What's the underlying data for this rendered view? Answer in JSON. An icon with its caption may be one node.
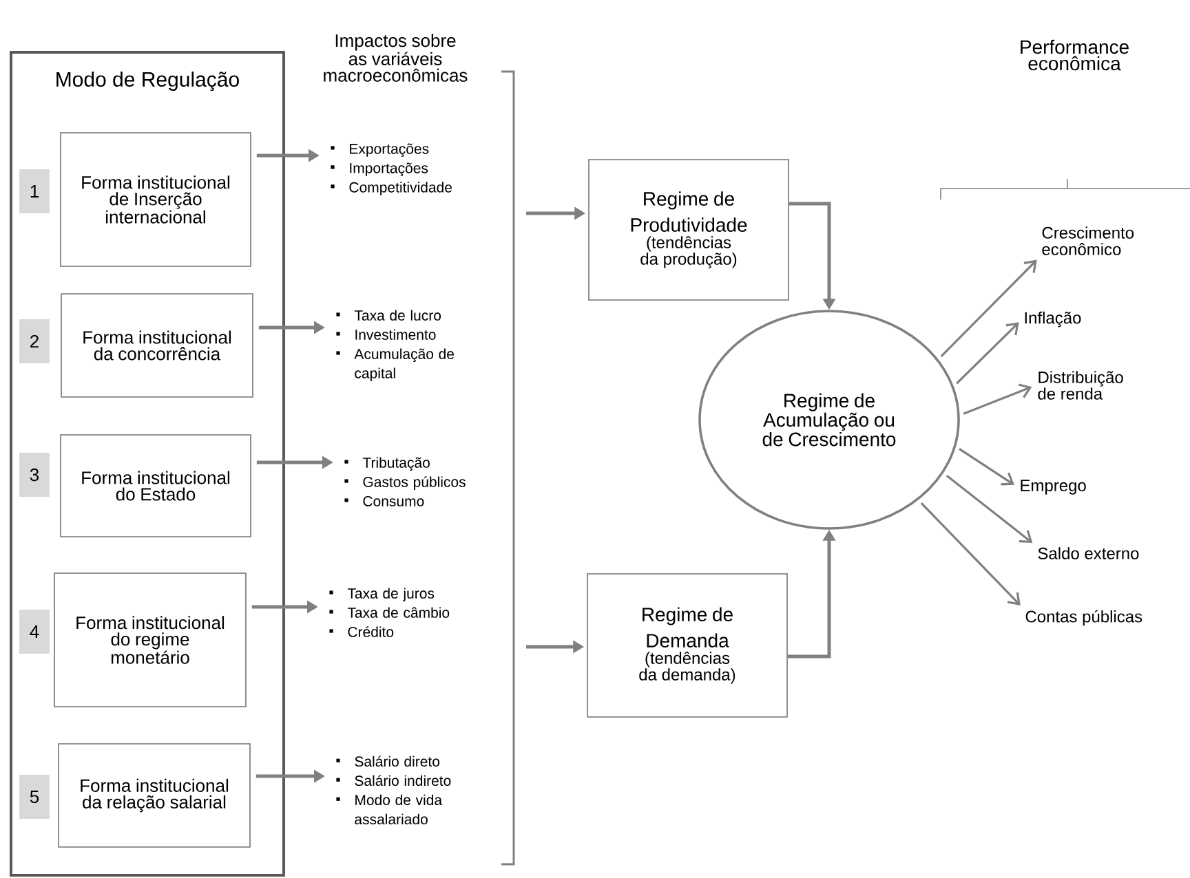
{
  "diagram": {
    "nodes": [
      {
        "text": [
          "Modo de Regulação"
        ]
      },
      {
        "text": [
          "1"
        ],
        "in": 0
      },
      {
        "text": [
          "Forma institucional de Inserção internacional"
        ],
        "in": 0
      },
      {
        "text": [
          "2"
        ],
        "in": 0
      },
      {
        "text": [
          "Forma institucional da concorrência"
        ],
        "in": 0
      },
      {
        "text": [
          "3"
        ],
        "in": 0
      },
      {
        "text": [
          "Forma institucional do Estado"
        ],
        "in": 0
      },
      {
        "text": [
          "4"
        ],
        "in": 0
      },
      {
        "text": [
          "Forma institucional do regime monetário"
        ],
        "in": 0
      },
      {
        "text": [
          "5"
        ],
        "in": 0
      },
      {
        "text": [
          "Forma institucional da relação salarial"
        ],
        "in": 0
      },
      {
        "text": [
          "Exportações",
          "Importações",
          "Competitividade"
        ]
      },
      {
        "text": [
          "Taxa de lucro",
          "Investimento",
          "Acumulação de capital"
        ]
      },
      {
        "text": [
          "Tributação",
          "Gastos públicos",
          "Consumo"
        ]
      },
      {
        "text": [
          "Taxa de juros",
          "Taxa de câmbio",
          "Crédito"
        ]
      },
      {
        "text": [
          "Salário direto",
          "Salário indireto",
          "Modo de vida assalariado"
        ]
      },
      {
        "text": [
          "Regime de Produtividade",
          "(tendências da produção)"
        ]
      },
      {
        "text": [
          "Regime de Demanda",
          "(tendências da demanda)"
        ]
      },
      {
        "text": [
          "Regime de Acumulação ou de Crescimento"
        ]
      },
      {
        "text": [
          "Crescimento econômico"
        ]
      },
      {
        "text": [
          "Inflação"
        ]
      },
      {
        "text": [
          "Distribuição de renda"
        ]
      },
      {
        "text": [
          "Emprego"
        ]
      },
      {
        "text": [
          "Saldo externo"
        ]
      },
      {
        "text": [
          "Contas públicas"
        ]
      }
    ],
    "edges": [
      {
        "from": 2,
        "to": 11,
        "arrow": "to"
      },
      {
        "from": 4,
        "to": 12,
        "arrow": "to"
      },
      {
        "from": 6,
        "to": 13,
        "arrow": "to"
      },
      {
        "from": 8,
        "to": 14,
        "arrow": "to"
      },
      {
        "from": 10,
        "to": 15,
        "arrow": "to"
      },
      {
        "from": null,
        "to": 16,
        "arrow": "to"
      },
      {
        "from": null,
        "to": 17,
        "arrow": "to"
      },
      {
        "from": 16,
        "to": 18,
        "arrow": "to"
      },
      {
        "from": 17,
        "to": 18,
        "arrow": "to"
      },
      {
        "from": 18,
        "to": 19,
        "arrow": "to"
      },
      {
        "from": 18,
        "to": 20,
        "arrow": "to"
      },
      {
        "from": 18,
        "to": 21,
        "arrow": "to"
      },
      {
        "from": 18,
        "to": 22,
        "arrow": "to"
      },
      {
        "from": 18,
        "to": 23,
        "arrow": "to"
      },
      {
        "from": 18,
        "to": 24,
        "arrow": "to"
      }
    ],
    "labels": [
      "Impactos sobre as variáveis macroeconômicas",
      "Performance econômica"
    ]
  }
}
